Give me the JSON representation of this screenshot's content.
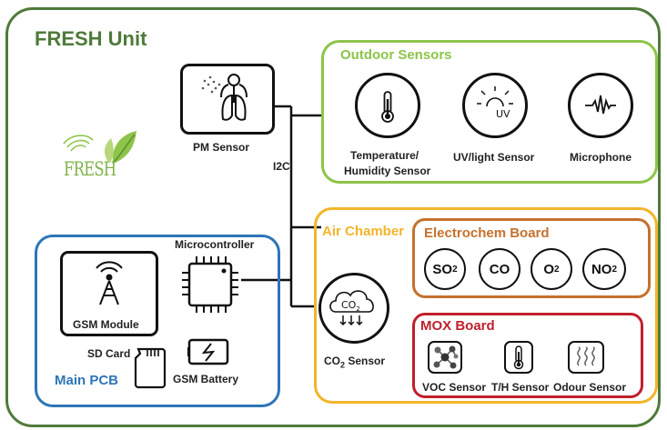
{
  "unit": {
    "title": "FRESH Unit",
    "logo_text": "FRESH",
    "border_color": "#4f7a3a"
  },
  "outdoor": {
    "title": "Outdoor Sensors",
    "color": "#8dc449",
    "sensors": [
      {
        "label1": "Temperature/",
        "label2": "Humidity Sensor",
        "icon": "thermometer-icon"
      },
      {
        "label": "UV/light Sensor",
        "icon": "uv-sun-icon"
      },
      {
        "label": "Microphone",
        "icon": "sound-wave-icon"
      }
    ]
  },
  "pm_sensor": {
    "label": "PM Sensor",
    "icon": "lungs-icon"
  },
  "bus": {
    "label": "I2C"
  },
  "main_pcb": {
    "title": "Main PCB",
    "color": "#2e75b6",
    "microcontroller": "Microcontroller",
    "gsm_module": "GSM Module",
    "sd_card": "SD Card",
    "gsm_battery": "GSM Battery"
  },
  "air_chamber": {
    "title": "Air Chamber",
    "color": "#f2b52a",
    "co2_sensor": {
      "label_main": "CO",
      "label_sub": "2",
      "label_tail": " Sensor",
      "icon_main": "CO",
      "icon_sub": "2"
    },
    "electrochem": {
      "title": "Electrochem Board",
      "color": "#c5712d",
      "gases": [
        {
          "main": "SO",
          "sub": "2"
        },
        {
          "main": "CO",
          "sub": ""
        },
        {
          "main": "O",
          "sub": "2"
        },
        {
          "main": "NO",
          "sub": "2"
        }
      ]
    },
    "mox": {
      "title": "MOX Board",
      "color": "#c0202c",
      "sensors": [
        {
          "label": "VOC Sensor",
          "icon": "molecule-icon"
        },
        {
          "label": "T/H Sensor",
          "icon": "thermometer-icon"
        },
        {
          "label": "Odour Sensor",
          "icon": "odour-waves-icon"
        }
      ]
    }
  }
}
